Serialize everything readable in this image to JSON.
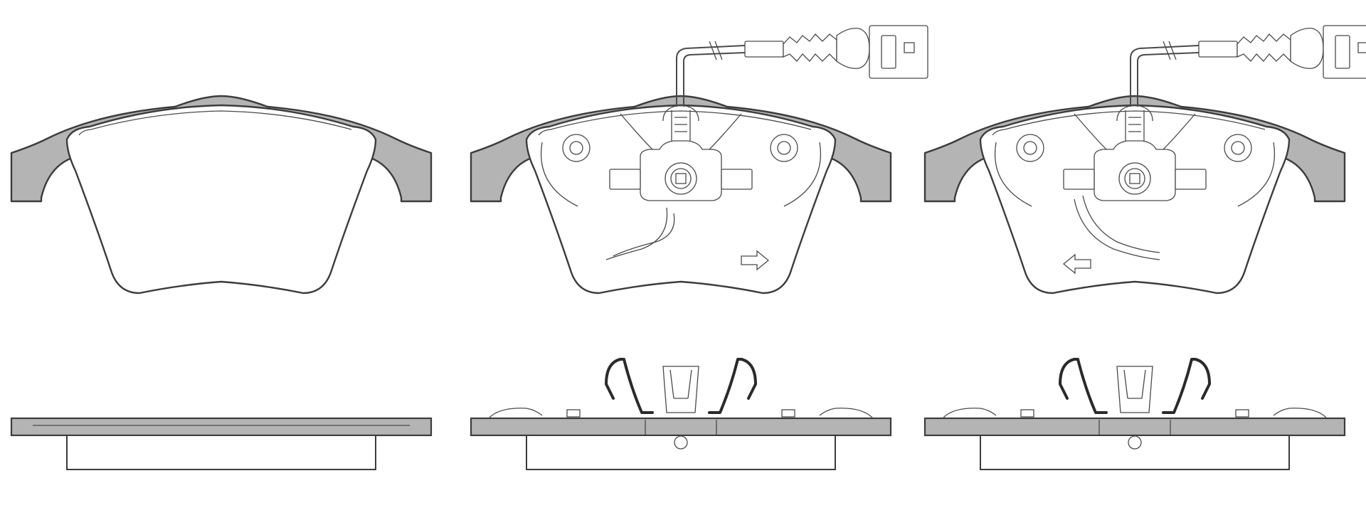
{
  "figure": {
    "background": "#ffffff",
    "backing_plate_color": "#b4b4b4",
    "outline_color": "#3c3c3c",
    "pads": [
      {
        "name": "pad-plain",
        "has_wear_sensor": false,
        "has_spring_clip": false,
        "arrow_direction": "none"
      },
      {
        "name": "pad-sensor-left",
        "has_wear_sensor": true,
        "has_spring_clip": true,
        "arrow_direction": "right"
      },
      {
        "name": "pad-sensor-right",
        "has_wear_sensor": true,
        "has_spring_clip": true,
        "arrow_direction": "left"
      }
    ]
  }
}
